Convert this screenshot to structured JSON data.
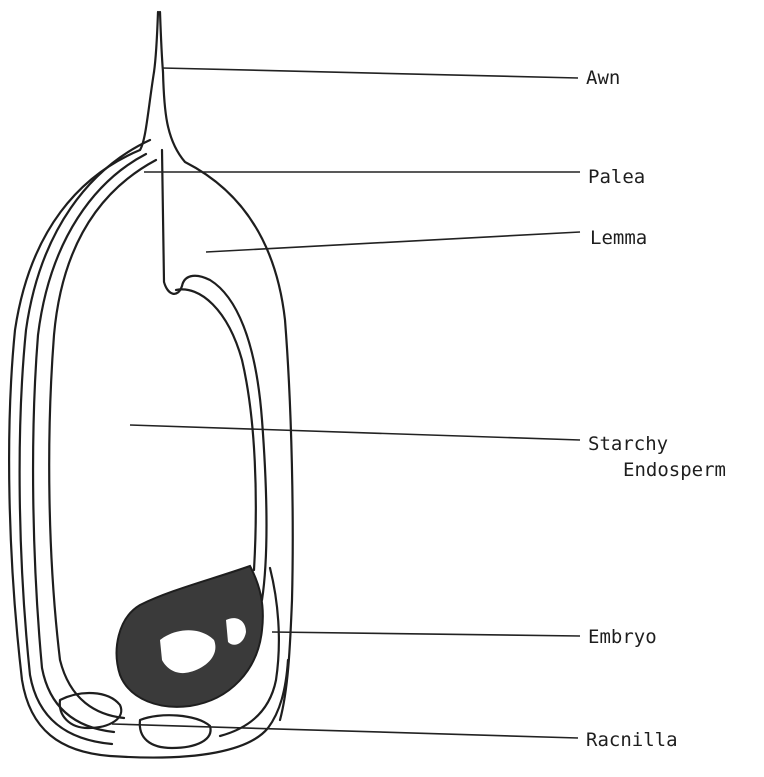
{
  "labels": {
    "awn": "Awn",
    "palea": "Palea",
    "lemma": "Lemma",
    "starchy_1": "Starchy",
    "starchy_2": "Endosperm",
    "embryo": "Embryo",
    "rachilla": "Racnilla"
  },
  "colors": {
    "line": "#1e1e1e",
    "embryo_fill": "#3a3a3a",
    "background": "#ffffff"
  }
}
